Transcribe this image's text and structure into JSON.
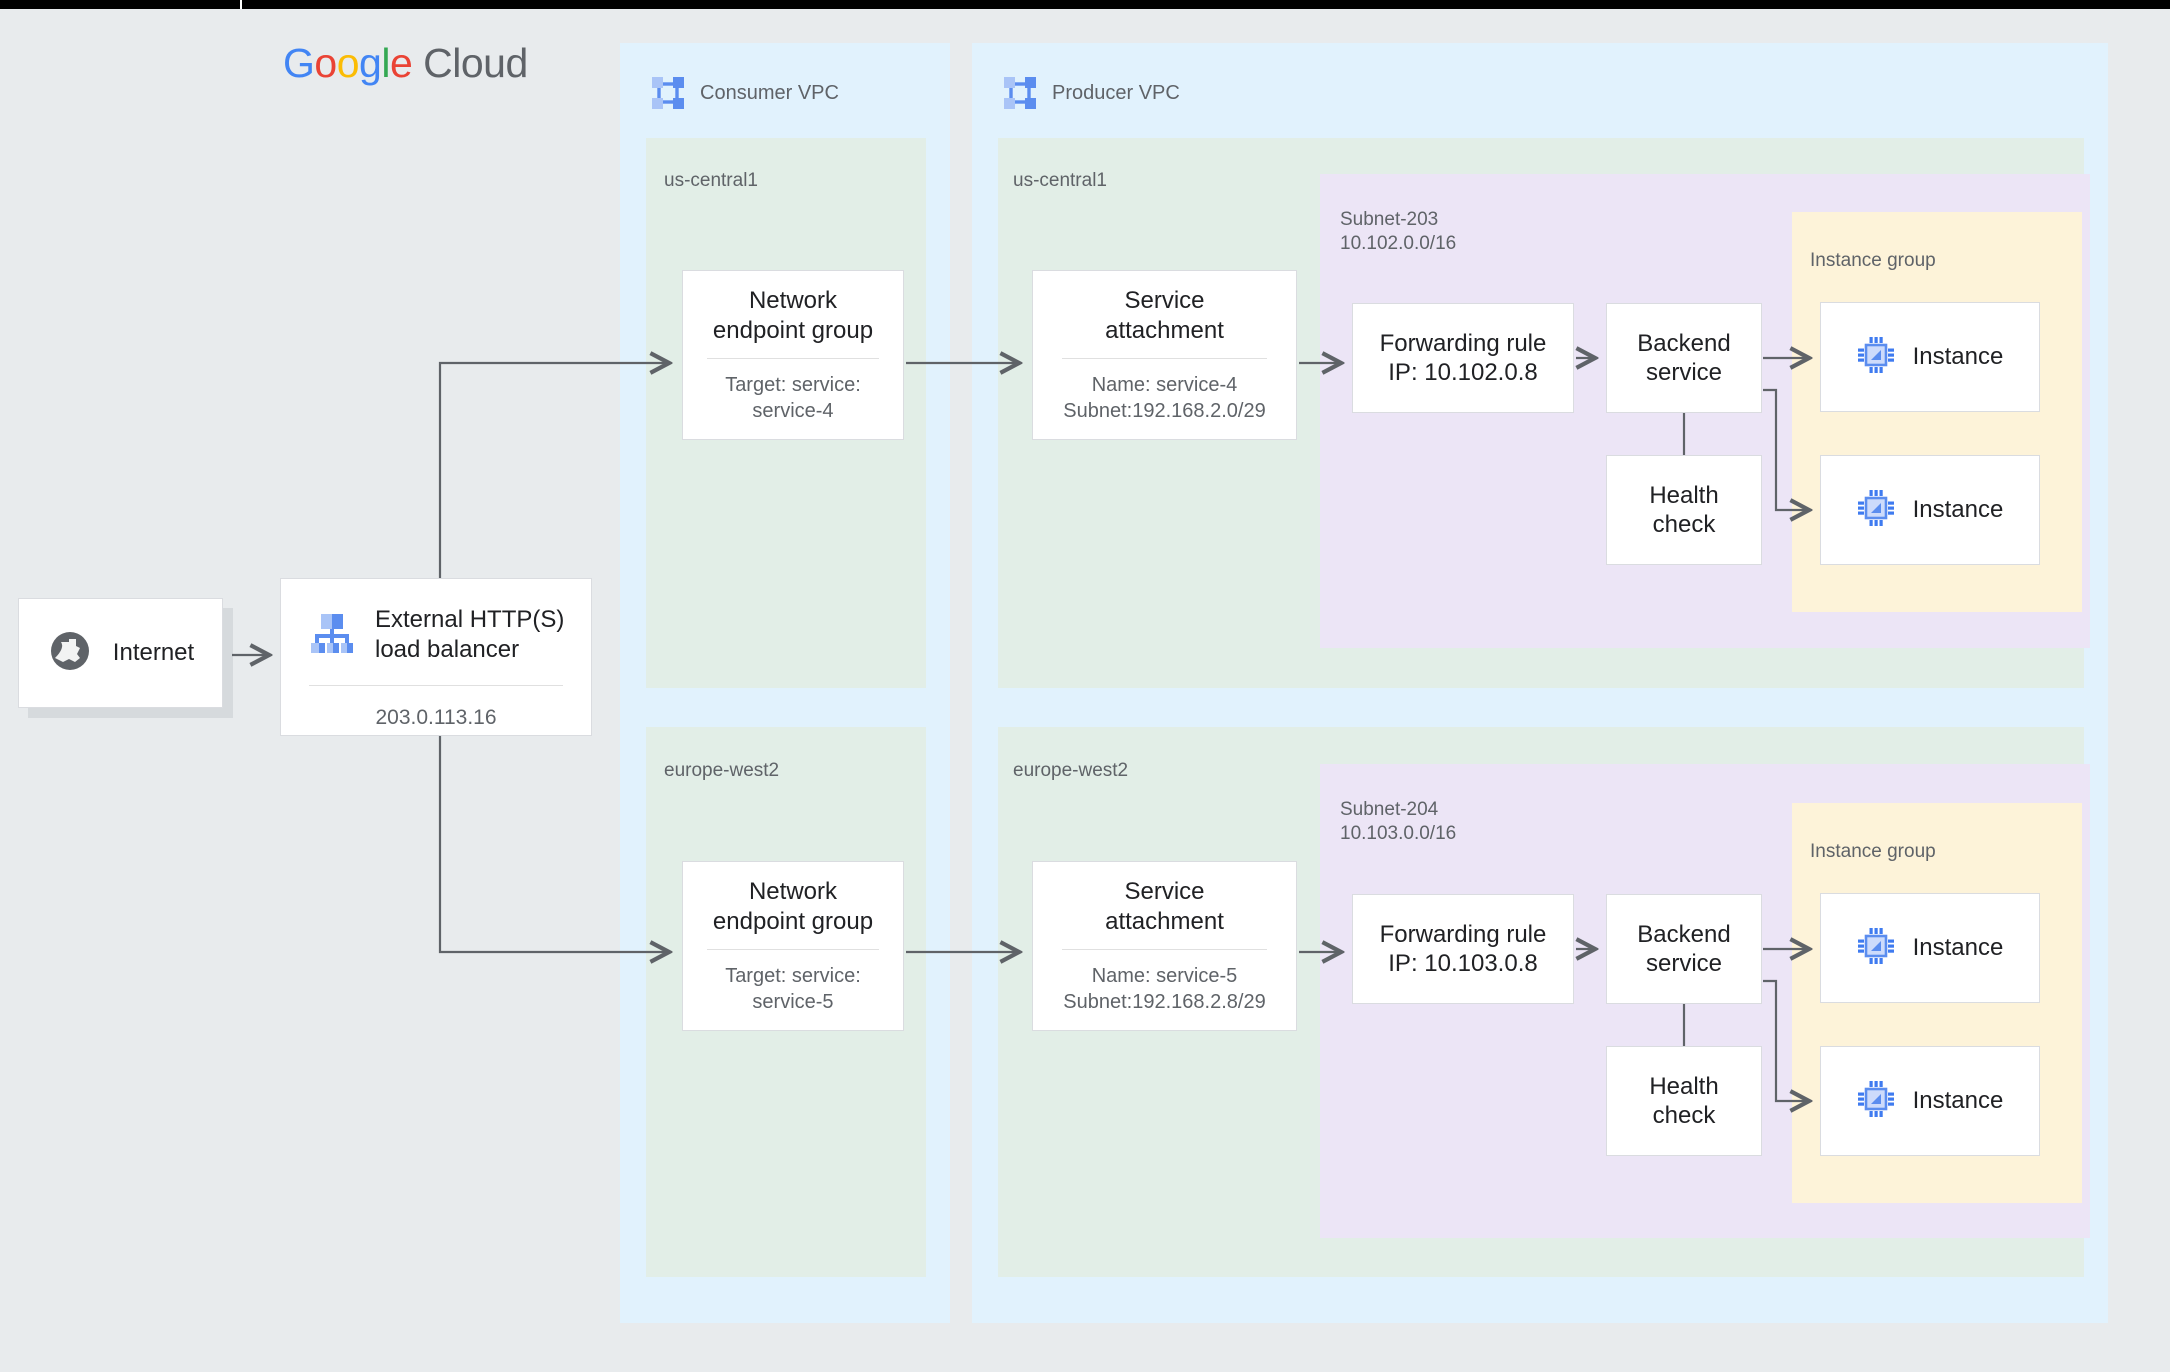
{
  "brand": {
    "logo_parts": [
      "G",
      "o",
      "o",
      "g",
      "l",
      "e"
    ],
    "logo_suffix": "Cloud"
  },
  "vpcs": [
    {
      "name": "consumer",
      "title": "Consumer VPC",
      "icon": "vpc-icon"
    },
    {
      "name": "producer",
      "title": "Producer VPC",
      "icon": "vpc-icon"
    }
  ],
  "internet": {
    "label": "Internet",
    "icon": "globe-icon"
  },
  "load_balancer": {
    "title": "External HTTP(S)\nload balancer",
    "ip": "203.0.113.16",
    "icon": "load-balancer-icon"
  },
  "consumer": {
    "regions": [
      {
        "label": "us-central1",
        "neg": {
          "title": "Network\nendpoint group",
          "sub": "Target: service:\nservice-4"
        }
      },
      {
        "label": "europe-west2",
        "neg": {
          "title": "Network\nendpoint group",
          "sub": "Target: service:\nservice-5"
        }
      }
    ]
  },
  "producer": {
    "regions": [
      {
        "label": "us-central1",
        "service_attachment": {
          "title": "Service\nattachment",
          "sub": "Name: service-4\nSubnet:192.168.2.0/29"
        },
        "subnet": {
          "name": "Subnet-203",
          "cidr": "10.102.0.0/16"
        },
        "forwarding_rule": {
          "title": "Forwarding rule\nIP: 10.102.0.8"
        },
        "backend_service": {
          "title": "Backend\nservice"
        },
        "health_check": {
          "title": "Health\ncheck"
        },
        "instance_group": {
          "label": "Instance group",
          "instances": [
            {
              "label": "Instance",
              "icon": "instance-icon"
            },
            {
              "label": "Instance",
              "icon": "instance-icon"
            }
          ]
        }
      },
      {
        "label": "europe-west2",
        "service_attachment": {
          "title": "Service\nattachment",
          "sub": "Name: service-5\nSubnet:192.168.2.8/29"
        },
        "subnet": {
          "name": "Subnet-204",
          "cidr": "10.103.0.0/16"
        },
        "forwarding_rule": {
          "title": "Forwarding rule\nIP: 10.103.0.8"
        },
        "backend_service": {
          "title": "Backend\nservice"
        },
        "health_check": {
          "title": "Health\ncheck"
        },
        "instance_group": {
          "label": "Instance group",
          "instances": [
            {
              "label": "Instance",
              "icon": "instance-icon"
            },
            {
              "label": "Instance",
              "icon": "instance-icon"
            }
          ]
        }
      }
    ]
  },
  "colors": {
    "background": "#e8ebed",
    "vpc": "#e1f2fd",
    "region": "#e2eee7",
    "subnet": "#ece5f6",
    "instance_group": "#fdf3d9",
    "arrow": "#5f6368",
    "accent_blue": "#5b8def"
  }
}
